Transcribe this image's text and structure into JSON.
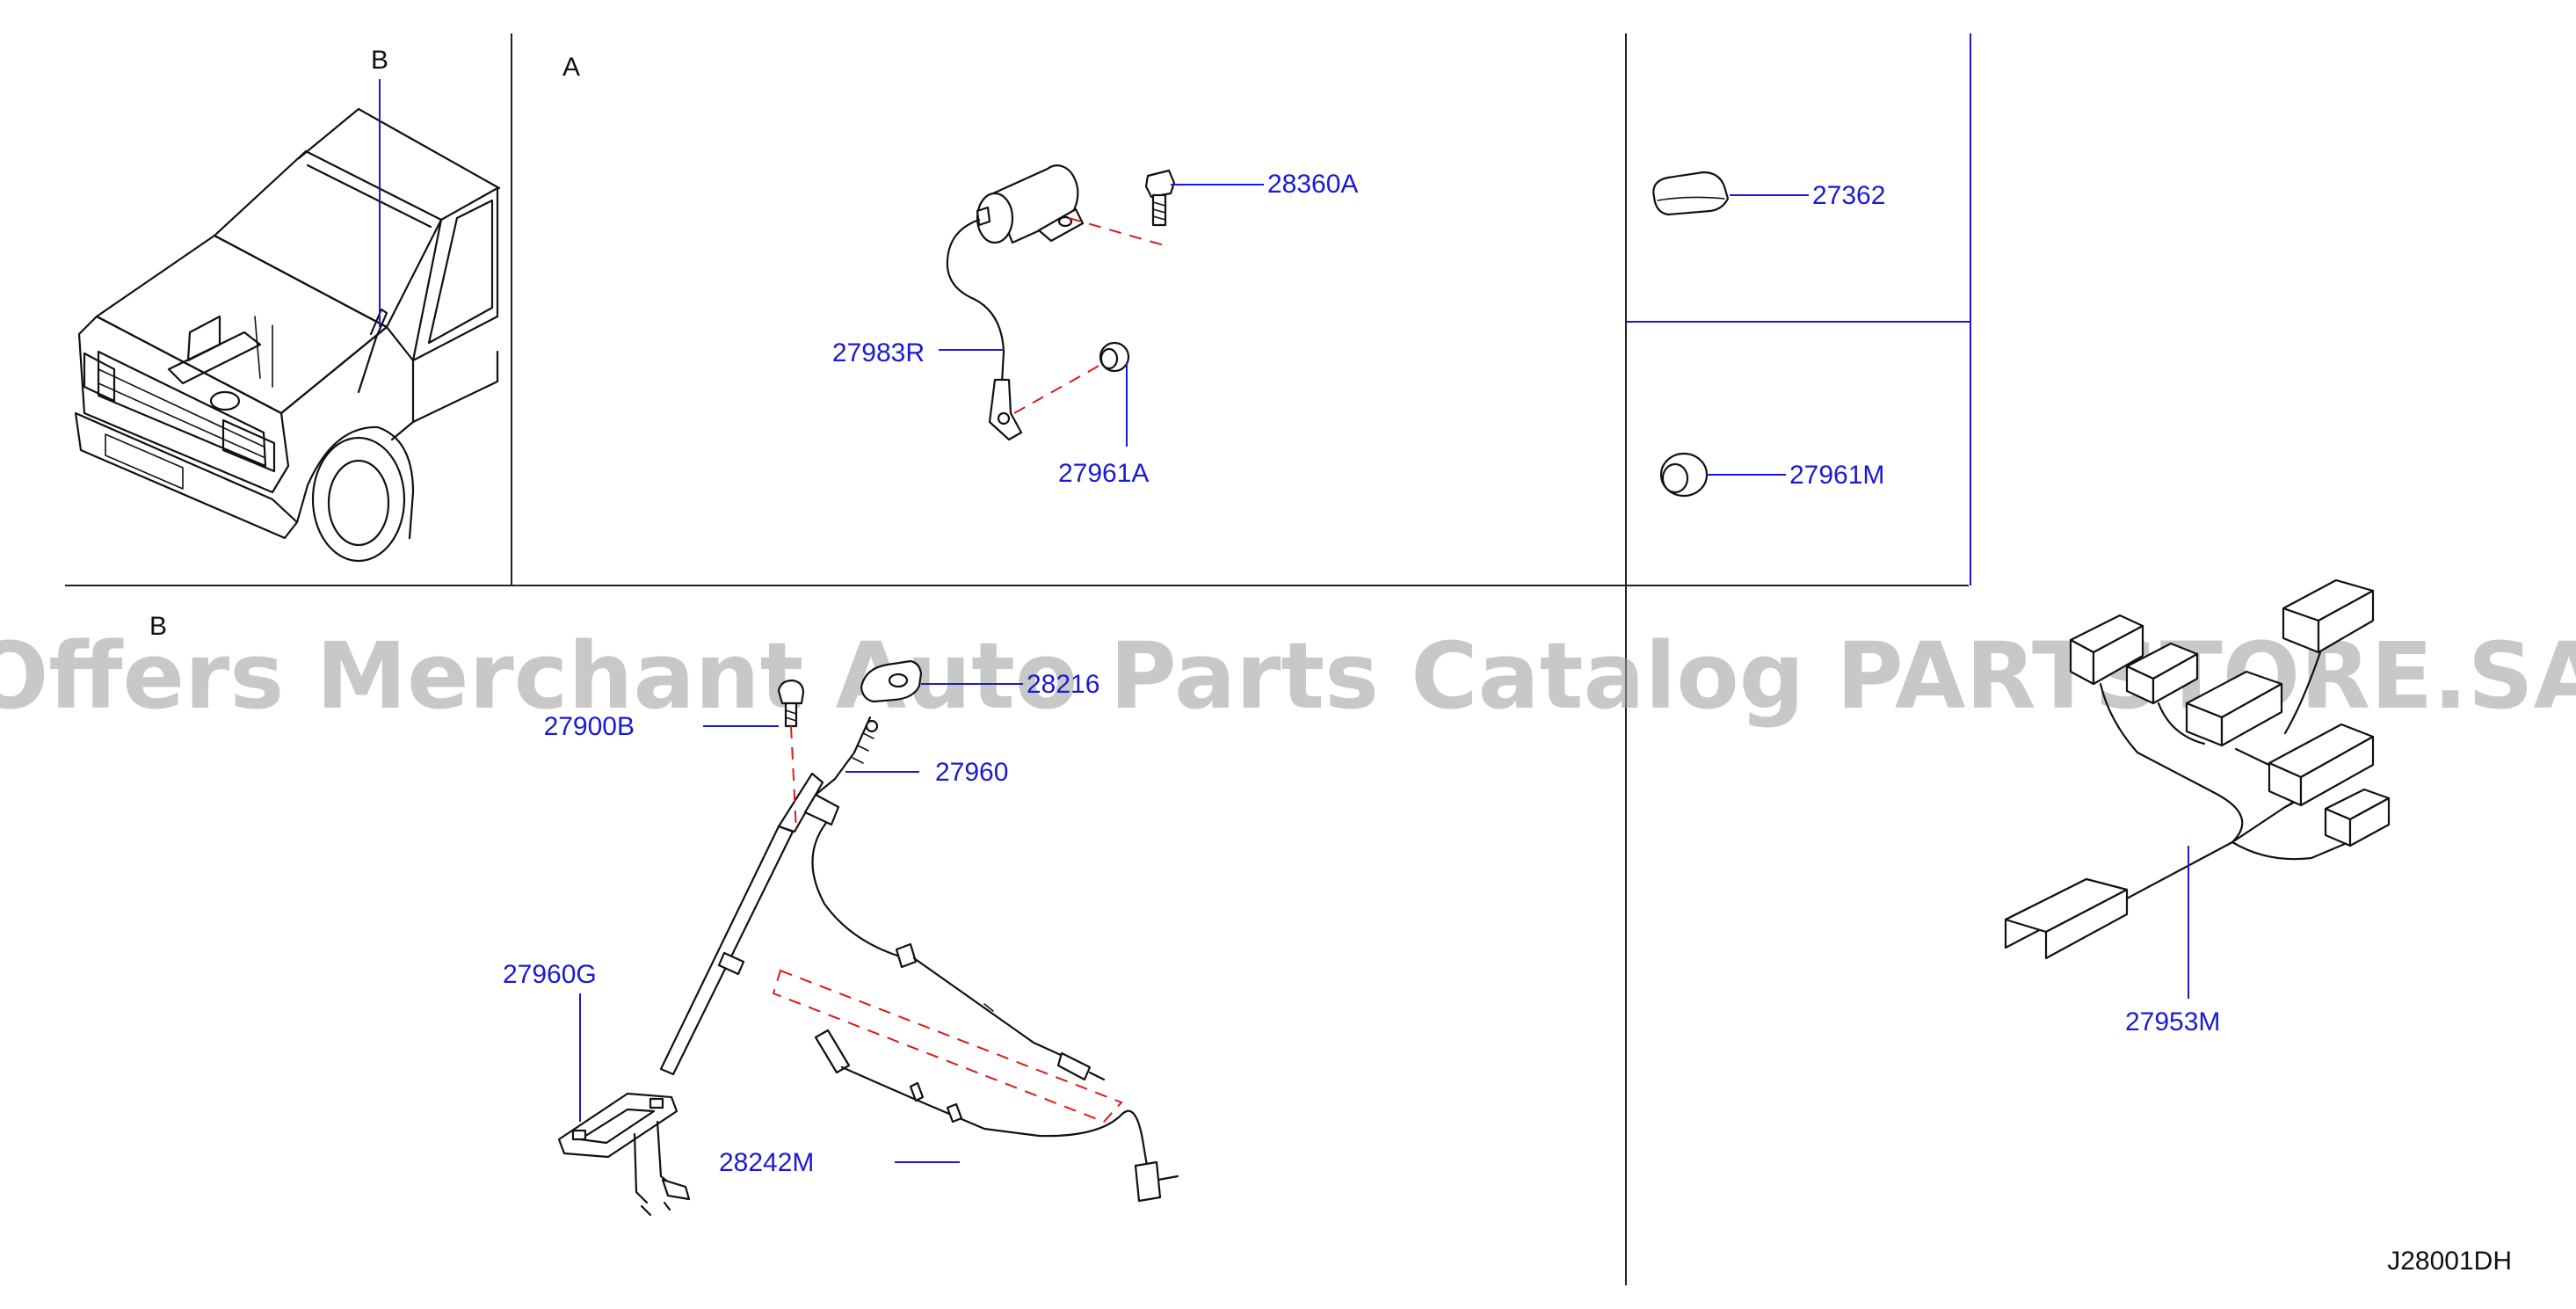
{
  "diagram": {
    "drawing_code": "J28001DH",
    "watermark": "Offers Merchant Auto Parts Catalog PARTSTORE.SA",
    "sections": {
      "vehicle_callout": "B",
      "panel_a": "A",
      "panel_b": "B"
    },
    "parts": {
      "p28360A": "28360A",
      "p27983R": "27983R",
      "p27961A": "27961A",
      "p27362": "27362",
      "p27961M": "27961M",
      "p27900B": "27900B",
      "p28216": "28216",
      "p27960": "27960",
      "p27960G": "27960G",
      "p28242M": "28242M",
      "p27953M": "27953M"
    },
    "colors": {
      "part_label": "#1a1ad6",
      "leader": "#1a1ad6",
      "assembly_dash": "#e01818",
      "outline": "#111111",
      "watermark": "#9a9a9a"
    }
  }
}
